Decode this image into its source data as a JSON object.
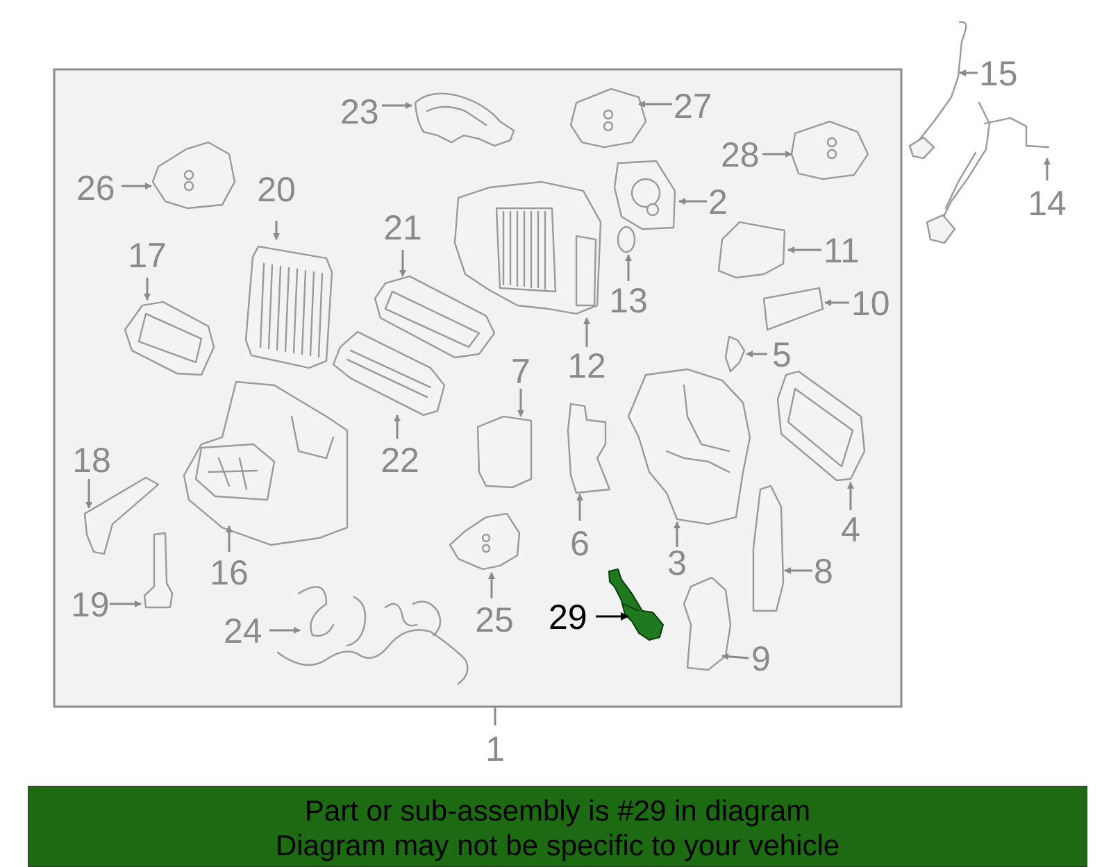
{
  "colors": {
    "banner_bg": "#1c6b12",
    "highlight_part": "#1f7a1f",
    "panel_bg": "#f2f2f2",
    "panel_border": "#8c8c8c",
    "callout_gray": "#8a8a8a",
    "callout_highlight": "#000000"
  },
  "diagram": {
    "highlighted_callout": "29",
    "callouts": [
      "1",
      "2",
      "3",
      "4",
      "5",
      "6",
      "7",
      "8",
      "9",
      "10",
      "11",
      "12",
      "13",
      "14",
      "15",
      "16",
      "17",
      "18",
      "19",
      "20",
      "21",
      "22",
      "23",
      "24",
      "25",
      "26",
      "27",
      "28",
      "29"
    ]
  },
  "banner": {
    "line1": "Part or sub-assembly is #29 in diagram",
    "line2": "Diagram may not be specific to your vehicle"
  }
}
